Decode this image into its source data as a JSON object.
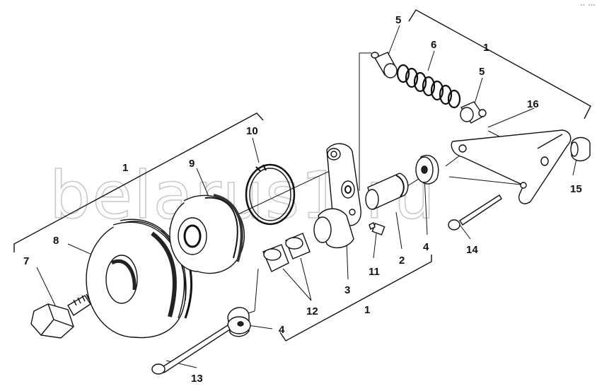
{
  "watermark": "belarus1.ru",
  "corner_mark": "ᵒᵒ ᵃᵃᵃ",
  "callouts": {
    "c1_top": "1",
    "c1_left": "1",
    "c1_bottom": "1",
    "c2": "2",
    "c3": "3",
    "c4_right": "4",
    "c4_bottom": "4",
    "c5_top": "5",
    "c5_mid": "5",
    "c6": "6",
    "c7": "7",
    "c8": "8",
    "c9": "9",
    "c10": "10",
    "c11": "11",
    "c12": "12",
    "c13": "13",
    "c14": "14",
    "c15": "15",
    "c16": "16"
  },
  "colors": {
    "line": "#111111",
    "fill": "#ffffff",
    "shade": "#222222",
    "watermark": "#c9c9c9"
  }
}
